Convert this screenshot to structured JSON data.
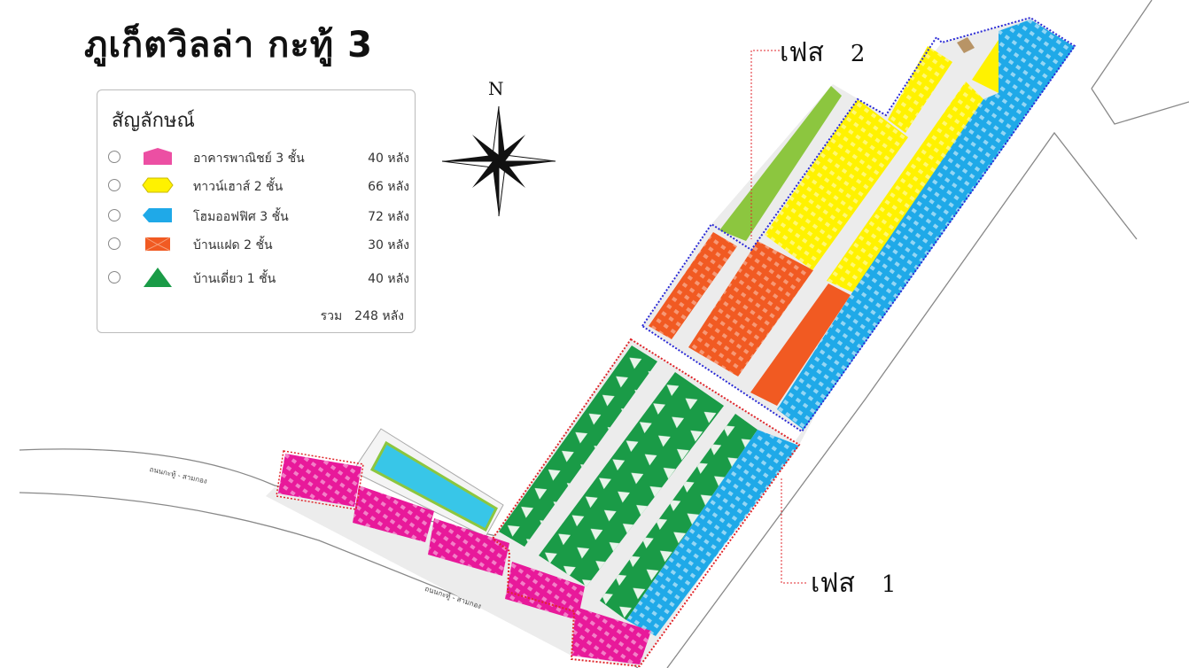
{
  "title": "ภูเก็ตวิลล่า กะทู้ 3",
  "legend": {
    "title": "สัญลักษณ์",
    "items": [
      {
        "label": "อาคารพาณิชย์ 3 ชั้น",
        "count": "40 หลัง",
        "color": "#ec4fa3",
        "icon": "pink-house-icon"
      },
      {
        "label": "ทาวน์เฮาส์ 2 ชั้น",
        "count": "66 หลัง",
        "color": "#fff200",
        "icon": "yellow-hexagon-icon"
      },
      {
        "label": "โฮมออฟฟิศ 3 ชั้น",
        "count": "72 หลัง",
        "color": "#1fa9e8",
        "icon": "blue-arrow-icon"
      },
      {
        "label": "บ้านแฝด 2 ชั้น",
        "count": "30 หลัง",
        "color": "#f15a22",
        "icon": "orange-envelope-icon"
      },
      {
        "label": "บ้านเดี่ยว 1 ชั้น",
        "count": "40 หลัง",
        "color": "#1a9b47",
        "icon": "green-triangle-icon"
      }
    ],
    "total_label": "รวม",
    "total_count": "248 หลัง"
  },
  "compass": {
    "north": "N"
  },
  "phases": [
    {
      "label": "เฟส",
      "number": "2",
      "outline_color": "#2b2bd6"
    },
    {
      "label": "เฟส",
      "number": "1",
      "outline_color": "#e0262b"
    }
  ],
  "roads": {
    "main_road": "ถนนกะทู้ - สามกอง"
  },
  "colors": {
    "park": "#8cc63f",
    "pool": "#38c6e8",
    "road_surface": "#ececec",
    "facility": "#b89466"
  }
}
